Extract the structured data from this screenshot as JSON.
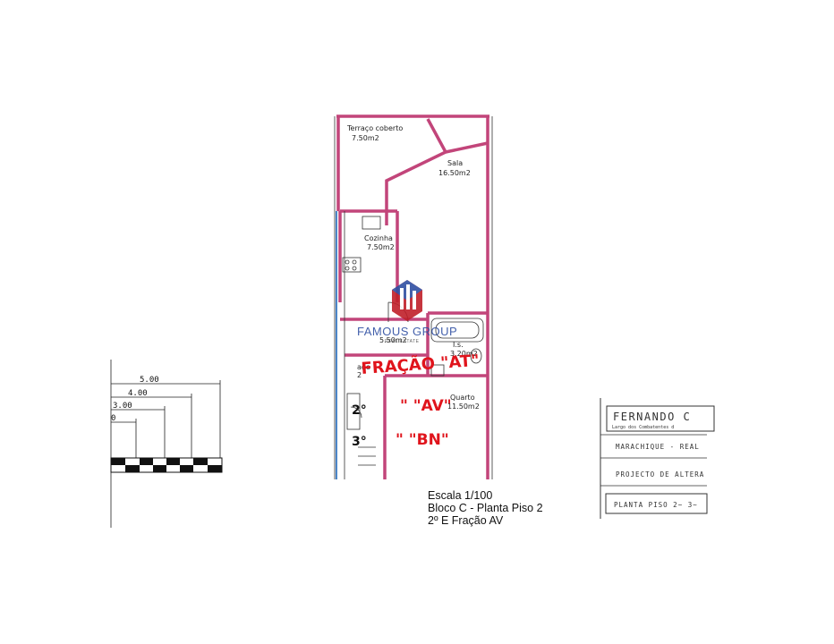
{
  "floor_plan": {
    "rooms": [
      {
        "name": "Terraço coberto",
        "area": "7.50m2"
      },
      {
        "name": "Sala",
        "area": "16.50m2"
      },
      {
        "name": "Cozinha",
        "area": "7.50m2"
      },
      {
        "name": "",
        "area": "5.50m2"
      },
      {
        "name": "I.s.",
        "area": "3.20m2"
      },
      {
        "name": "Quarto",
        "area": "11.50m2"
      },
      {
        "name": "ado",
        "area": "2"
      }
    ],
    "annotations": {
      "line1": "FRAÇÃO \"AT\"",
      "line2": "\" \"AV\"",
      "line3": "\" \"BN\"",
      "floor_2": "2°",
      "floor_3": "3°"
    }
  },
  "watermark": {
    "brand": "FAMOUS GROUP",
    "sub": "REAL ESTATE"
  },
  "scale_bar": {
    "labels": [
      "5.00",
      "4.00",
      "3.00",
      "0"
    ]
  },
  "caption": {
    "scale": "Escala 1/100",
    "block": "Bloco C - Planta Piso 2",
    "fraction": "2º E Fração AV"
  },
  "title_block": {
    "name": "FERNANDO C",
    "address": "Largo dos Combatentes d",
    "location": "MARACHIQUE - REAL",
    "project": "PROJECTO DE ALTERA",
    "plan": "PLANTA PISO 2~ 3~"
  }
}
